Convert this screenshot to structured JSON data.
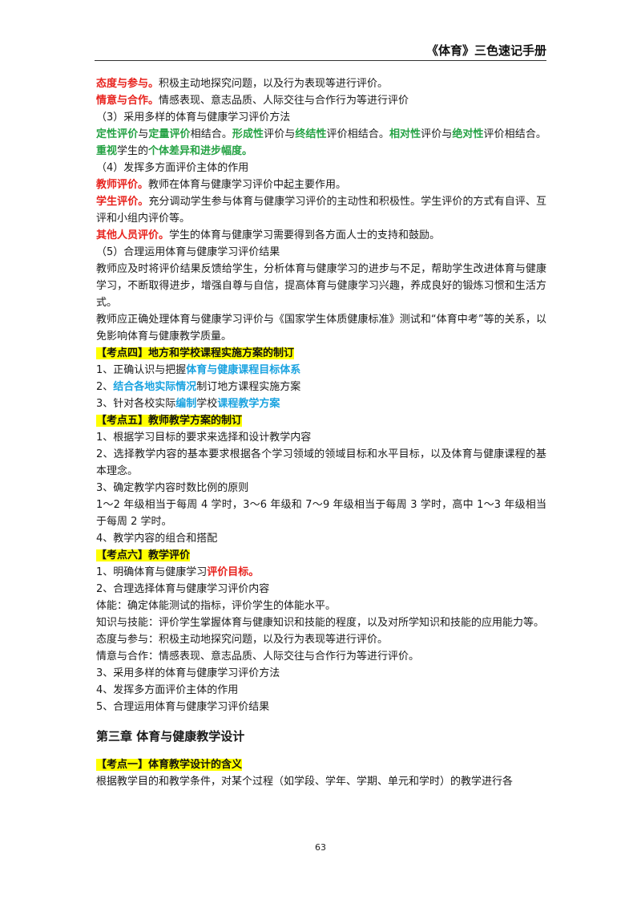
{
  "header": {
    "title": "《体育》三色速记手册"
  },
  "page_number": "63",
  "colors": {
    "red": "#e8231e",
    "green": "#25a244",
    "blue": "#1aa3e0",
    "highlight": "#ffff00"
  },
  "lines": {
    "l1": {
      "a": "态度与参与。",
      "b": "积极主动地探究问题，以及行为表现等进行评价。"
    },
    "l2": {
      "a": "情意与合作。",
      "b": "情感表现、意志品质、人际交往与合作行为等进行评价"
    },
    "l3": "（3）采用多样的体育与健康学习评价方法",
    "l4": {
      "a": "定性评价",
      "b": "与",
      "c": "定量评价",
      "d": "相结合。",
      "e": "形成性",
      "f": "评价与",
      "g": "终结性",
      "h": "评价相结合。",
      "i": "相对性",
      "j": "评价与",
      "k": "绝对性",
      "l": "评价相结合。",
      "m": "重视",
      "n": "学生的",
      "o": "个体差异和进步幅度。"
    },
    "l5": "（4）发挥多方面评价主体的作用",
    "l6": {
      "a": "教师评价。",
      "b": "教师在体育与健康学习评价中起主要作用。"
    },
    "l7": {
      "a": "学生评价。",
      "b": "充分调动学生参与体育与健康学习评价的主动性和积极性。学生评价的方式有自评、互评和小组内评价等。"
    },
    "l8": {
      "a": "其他人员评价。",
      "b": "学生的体育与健康学习需要得到各方面人士的支持和鼓励。"
    },
    "l9": "（5）合理运用体育与健康学习评价结果",
    "l10": "教师应及时将评价结果反馈给学生，分析体育与健康学习的进步与不足，帮助学生改进体育与健康学习，不断取得进步，增强自尊与自信，提高体育与健康学习兴趣，养成良好的锻炼习惯和生活方式。",
    "l11": "教师应正确处理体育与健康学习评价与《国家学生体质健康标准》测试和“体育中考”等的关系，以免影响体育与健康教学质量。",
    "k4": "【考点四】地方和学校课程实施方案的制订",
    "k4_1": {
      "a": "1、正确认识与把握",
      "b": "体育与健康课程目标体系"
    },
    "k4_2": {
      "a": "2、",
      "b": "结合各地实际情况",
      "c": "制订地方课程实施方案"
    },
    "k4_3": {
      "a": "3、针对各校实际",
      "b": "编制",
      "c": "学校",
      "d": "课程教学方案"
    },
    "k5": "【考点五】教师教学方案的制订",
    "k5_1": "1、根据学习目标的要求来选择和设计教学内容",
    "k5_2": "2、选择教学内容的基本要求根据各个学习领域的领域目标和水平目标，以及体育与健康课程的基本理念。",
    "k5_3": "3、确定教学内容时数比例的原则",
    "k5_3b": "1～2 年级相当于每周 4 学时，3～6 年级和 7～9 年级相当于每周 3 学时，高中 1～3 年级相当于每周 2 学时。",
    "k5_4": "4、教学内容的组合和搭配",
    "k6": "【考点六】教学评价",
    "k6_1": {
      "a": "1、明确体育与健康学习",
      "b": "评价目标。"
    },
    "k6_2": "2、合理选择体育与健康学习评价内容",
    "k6_2a": "体能：确定体能测试的指标，评价学生的体能水平。",
    "k6_2b": "知识与技能：评价学生掌握体育与健康知识和技能的程度，以及对所学知识和技能的应用能力等。",
    "k6_2c": "态度与参与：积极主动地探究问题，以及行为表现等进行评价。",
    "k6_2d": "情意与合作：情感表现、意志品质、人际交往与合作行为等进行评价。",
    "k6_3": "3、采用多样的体育与健康学习评价方法",
    "k6_4": "4、发挥多方面评价主体的作用",
    "k6_5": "5、合理运用体育与健康学习评价结果",
    "chapter": "第三章  体育与健康教学设计",
    "c1": "【考点一】体育教学设计的含义",
    "c1_text": "根据教学目的和教学条件，对某个过程（如学段、学年、学期、单元和学时）的教学进行各"
  }
}
